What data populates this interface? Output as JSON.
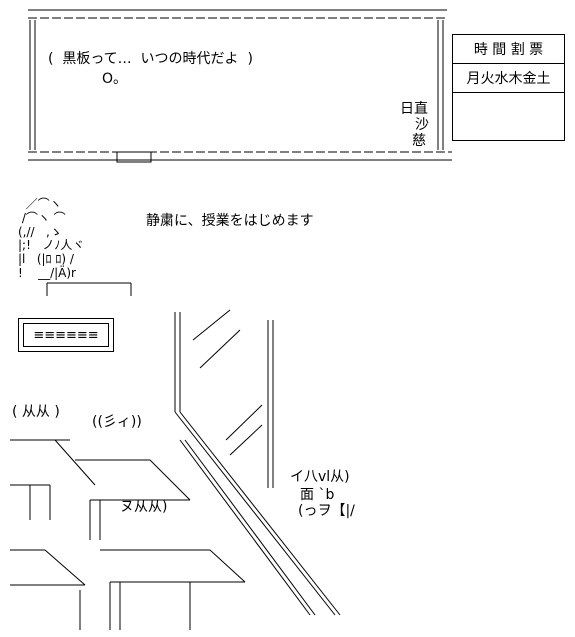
{
  "blackboard": {
    "speech_line1": "(  黒板って…  いつの時代だよ  )",
    "speech_line2": "O。",
    "duty_label": "日直",
    "duty_name1": "沙",
    "duty_name2": "慈"
  },
  "timetable": {
    "header": "時 間 割 票",
    "days": "月火水木金土"
  },
  "teacher": {
    "speech": "静粛に、授業をはじめます"
  },
  "board_sign": {
    "text": "≡≡≡≡≡≡"
  },
  "students": {
    "s1_face": "( 从从 )",
    "s2_face": "((彡ィ))",
    "s3_face": "ヌ从从)",
    "s4_face": "イ八vl从)",
    "s4_label": "面 `b",
    "s4_tag": "(っヲ【|/"
  }
}
